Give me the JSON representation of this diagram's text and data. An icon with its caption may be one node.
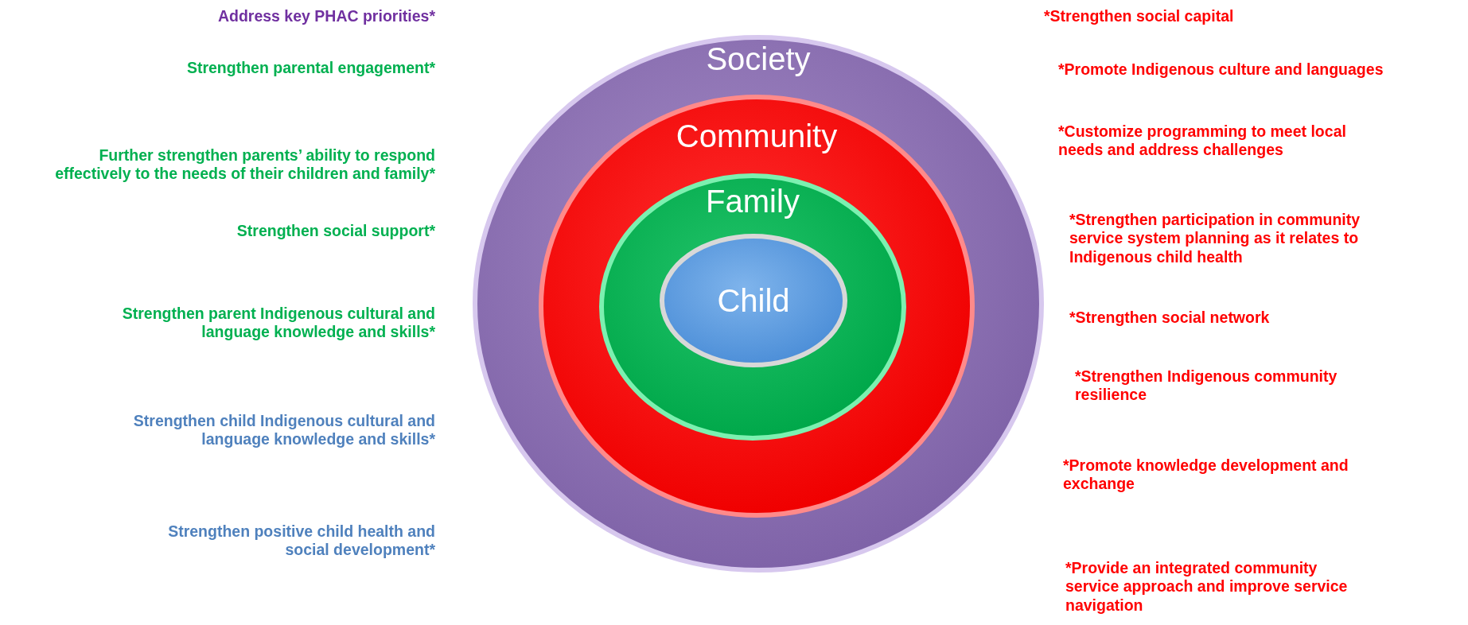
{
  "diagram": {
    "nodes": [
      {
        "text": [
          "Society"
        ]
      },
      {
        "text": [
          "Community"
        ],
        "in": 0
      },
      {
        "text": [
          "Family"
        ],
        "in": 1
      },
      {
        "text": [
          "Child"
        ],
        "in": 2
      }
    ],
    "labels": [
      "Address key PHAC priorities*",
      "Strengthen parental engagement*",
      "Further strengthen parents’ ability to respond effectively to the needs of their children and family*",
      "Strengthen social support*",
      "Strengthen parent Indigenous cultural and language knowledge and skills*",
      "Strengthen child Indigenous cultural and language knowledge and skills*",
      "Strengthen positive child health and social development*",
      "*Strengthen social capital",
      "*Promote Indigenous culture and languages",
      "*Customize programming to meet local needs  and address challenges",
      "*Strengthen participation in community service system planning as it relates to Indigenous child health",
      "*Strengthen social network",
      "*Strengthen Indigenous community resilience",
      "*Promote knowledge development and exchange",
      "*Provide an integrated community service approach and improve service navigation"
    ]
  }
}
